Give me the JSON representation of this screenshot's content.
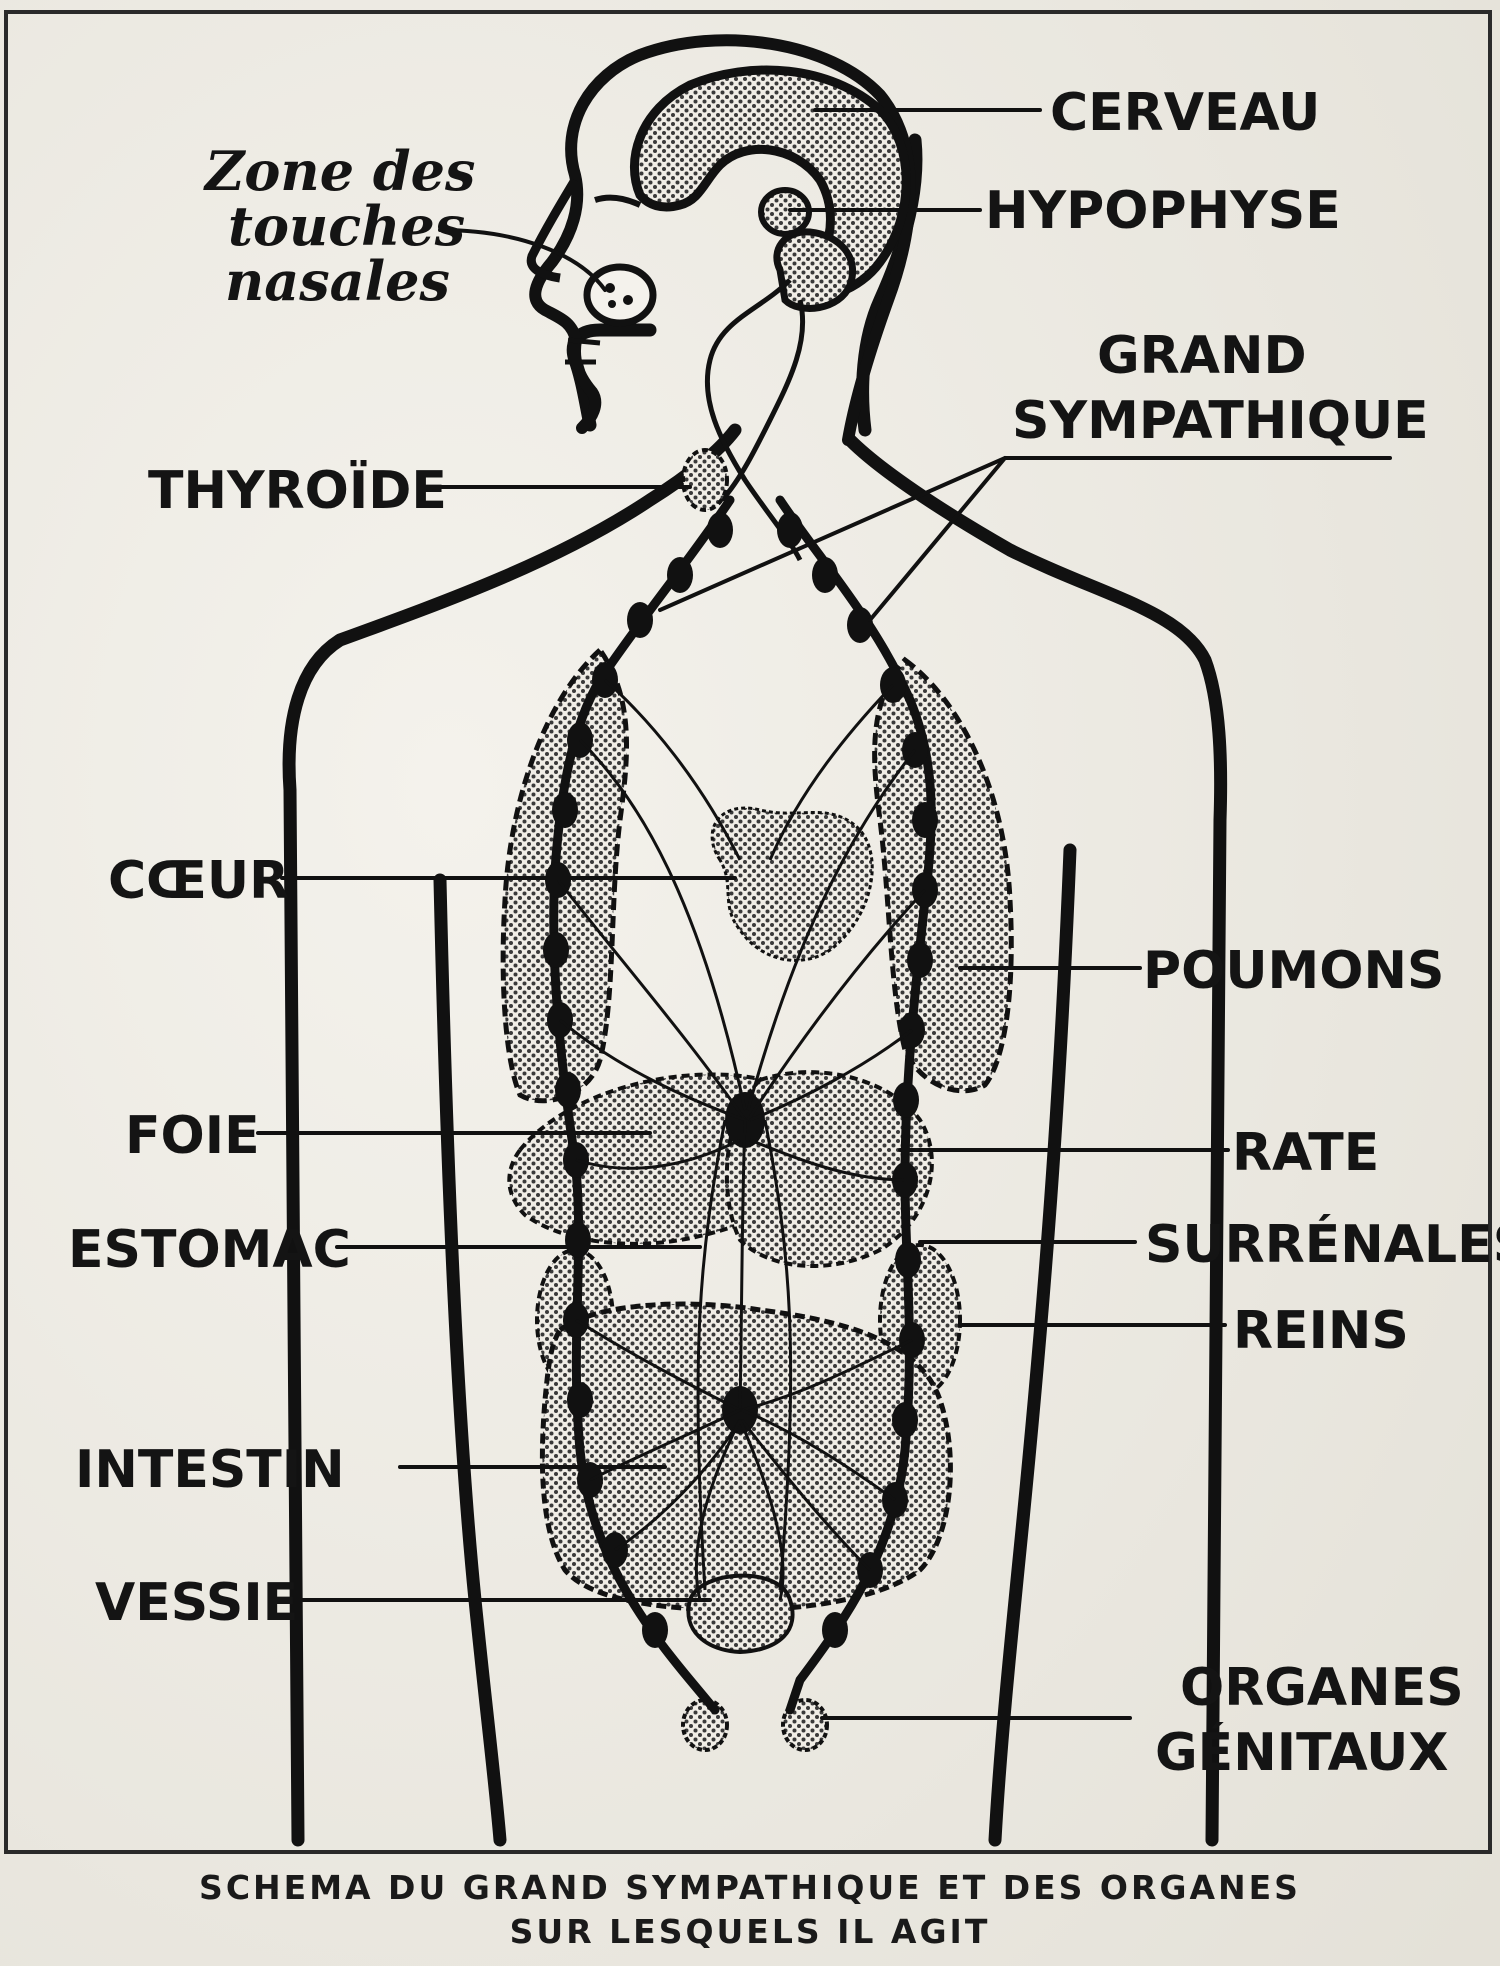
{
  "figure": {
    "labels": {
      "cerveau": "CERVEAU",
      "hypophyse": "HYPOPHYSE",
      "zone_line1": "Zone des",
      "zone_line2": "touches",
      "zone_line3": "nasales",
      "grand_line1": "GRAND",
      "grand_line2": "SYMPATHIQUE",
      "thyroide": "THYROÏDE",
      "coeur": "CŒUR",
      "poumons": "POUMONS",
      "foie": "FOIE",
      "rate": "RATE",
      "estomac": "ESTOMAC",
      "surrenales": "SURRÉNALES",
      "reins": "REINS",
      "intestin": "INTESTIN",
      "vessie": "VESSIE",
      "organes_line1": "ORGANES",
      "organes_line2": "GÉNITAUX"
    },
    "caption_line1": "SCHEMA DU GRAND SYMPATHIQUE ET DES ORGANES",
    "caption_line2": "SUR LESQUELS IL AGIT"
  }
}
